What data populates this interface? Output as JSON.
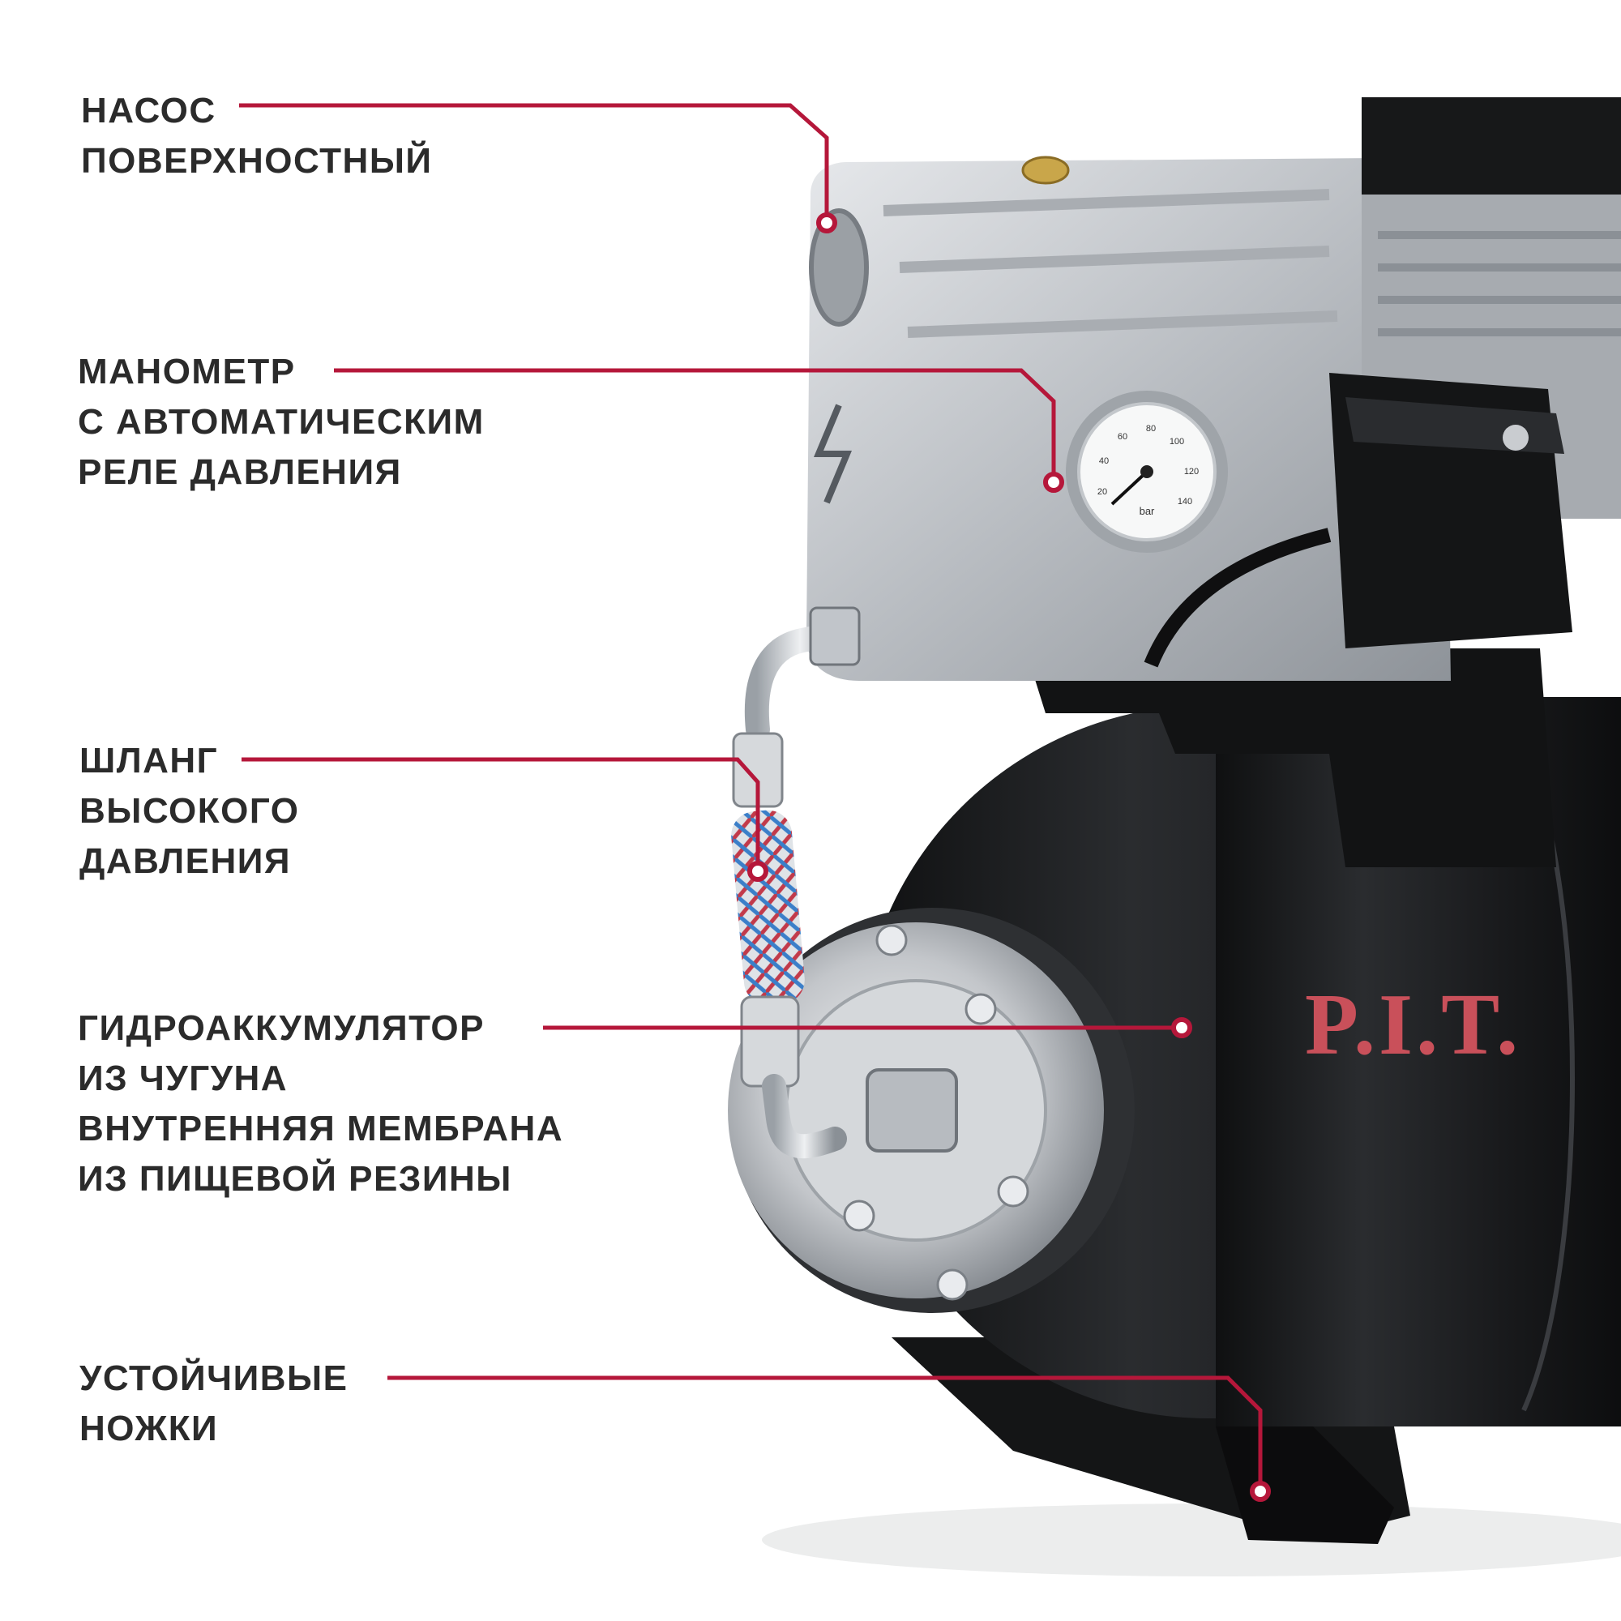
{
  "callouts": [
    {
      "id": "pump",
      "lines": [
        "НАСОС",
        "ПОВЕРХНОСТНЫЙ"
      ]
    },
    {
      "id": "gauge",
      "lines": [
        "МАНОМЕТР",
        "С АВТОМАТИЧЕСКИМ",
        "РЕЛЕ ДАВЛЕНИЯ"
      ]
    },
    {
      "id": "hose",
      "lines": [
        "ШЛАНГ",
        "ВЫСОКОГО",
        "ДАВЛЕНИЯ"
      ]
    },
    {
      "id": "tank",
      "lines": [
        "ГИДРОАККУМУЛЯТОР",
        "ИЗ ЧУГУНА",
        "ВНУТРЕННЯЯ МЕМБРАНА",
        "ИЗ ПИЩЕВОЙ РЕЗИНЫ"
      ]
    },
    {
      "id": "feet",
      "lines": [
        "УСТОЙЧИВЫЕ",
        "НОЖКИ"
      ]
    }
  ],
  "brand": {
    "logo_text": "P.I.T."
  },
  "gauge": {
    "unit": "bar",
    "ticks": [
      "20",
      "40",
      "60",
      "80",
      "100",
      "120",
      "140"
    ]
  },
  "colors": {
    "accent": "#b5173a",
    "text": "#2b2b2b",
    "tank": "#1c1d1f",
    "metal": "#c9ccd0"
  }
}
